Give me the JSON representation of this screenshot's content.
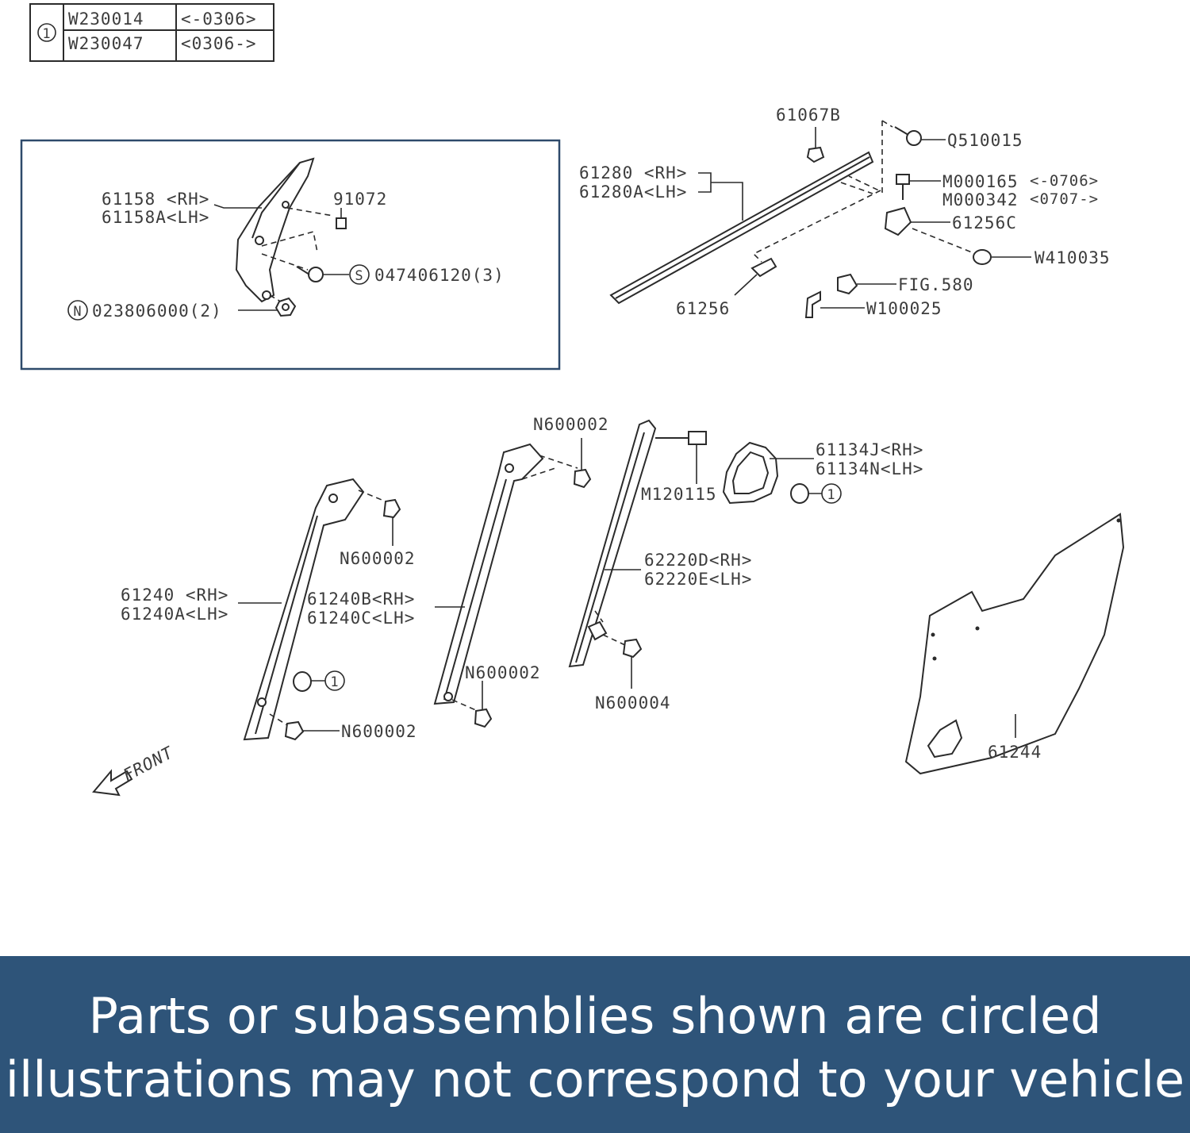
{
  "table": {
    "ref": "1",
    "rows": [
      {
        "part": "W230014",
        "range": "<-0306>"
      },
      {
        "part": "W230047",
        "range": "<0306->"
      }
    ]
  },
  "labels": {
    "p61158": "61158 <RH>",
    "p61158A": "61158A<LH>",
    "p91072": "91072",
    "s_mark": "S",
    "p047406120": "047406120(3)",
    "n_mark": "N",
    "p023806000": "023806000(2)",
    "p61067B": "61067B",
    "pQ510015": "Q510015",
    "p61280": "61280 <RH>",
    "p61280A": "61280A<LH>",
    "pM000165": "M000165",
    "pM000165_range": "<-0706>",
    "pM000342": "M000342",
    "pM000342_range": "<0707->",
    "p61256C": "61256C",
    "pW410035": "W410035",
    "pFIG580": "FIG.580",
    "p61256": "61256",
    "pW100025": "W100025",
    "pN600002_top": "N600002",
    "p61134J": "61134J<RH>",
    "p61134N": "61134N<LH>",
    "pM120115": "M120115",
    "ref_1": "1",
    "pN600002_left": "N600002",
    "p61240": "61240 <RH>",
    "p61240A": "61240A<LH>",
    "p61240B": "61240B<RH>",
    "p61240C": "61240C<LH>",
    "p62220D": "62220D<RH>",
    "p62220E": "62220E<LH>",
    "pN600002_mid": "N600002",
    "pN600004": "N600004",
    "pN600002_bottom": "N600002",
    "ref_1b": "1",
    "p61244": "61244",
    "front": "FRONT"
  },
  "banner": {
    "line1": "Parts or subassemblies shown are circled",
    "line2": "illustrations may not correspond to your vehicle"
  },
  "colors": {
    "banner_bg": "#2e5479",
    "inset_border": "#2e4a6b",
    "line": "#2b2b2b"
  }
}
